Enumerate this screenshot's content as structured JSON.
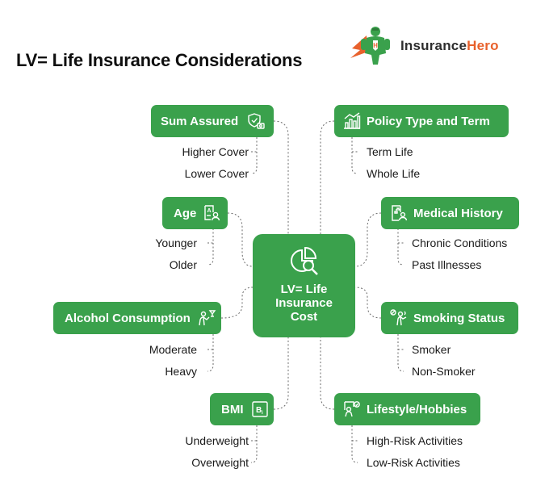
{
  "title": "LV= Life Insurance Considerations",
  "brand": {
    "part1": "Insurance",
    "part2": "Hero"
  },
  "center": {
    "label": "LV= Life\nInsurance\nCost",
    "icon": "pie-chart-search-icon"
  },
  "colors": {
    "green": "#3aa14c",
    "orange": "#e8612c",
    "dash": "#6b6b6b"
  },
  "left_factors": [
    {
      "label": "Sum Assured",
      "icon": "shield-money-icon",
      "items": [
        "Higher Cover",
        "Lower Cover"
      ]
    },
    {
      "label": "Age",
      "icon": "profile-card-icon",
      "items": [
        "Younger",
        "Older"
      ]
    },
    {
      "label": "Alcohol Consumption",
      "icon": "person-drink-icon",
      "items": [
        "Moderate",
        "Heavy"
      ]
    },
    {
      "label": "BMI",
      "icon": "bmi-icon",
      "items": [
        "Underweight",
        "Overweight"
      ]
    }
  ],
  "right_factors": [
    {
      "label": "Policy Type and Term",
      "icon": "bar-chart-icon",
      "items": [
        "Term Life",
        "Whole Life"
      ]
    },
    {
      "label": "Medical History",
      "icon": "medical-record-icon",
      "items": [
        "Chronic Conditions",
        "Past Illnesses"
      ]
    },
    {
      "label": "Smoking Status",
      "icon": "person-smoking-icon",
      "items": [
        "Smoker",
        "Non-Smoker"
      ]
    },
    {
      "label": "Lifestyle/Hobbies",
      "icon": "person-idea-icon",
      "items": [
        "High-Risk Activities",
        "Low-Risk Activities"
      ]
    }
  ]
}
